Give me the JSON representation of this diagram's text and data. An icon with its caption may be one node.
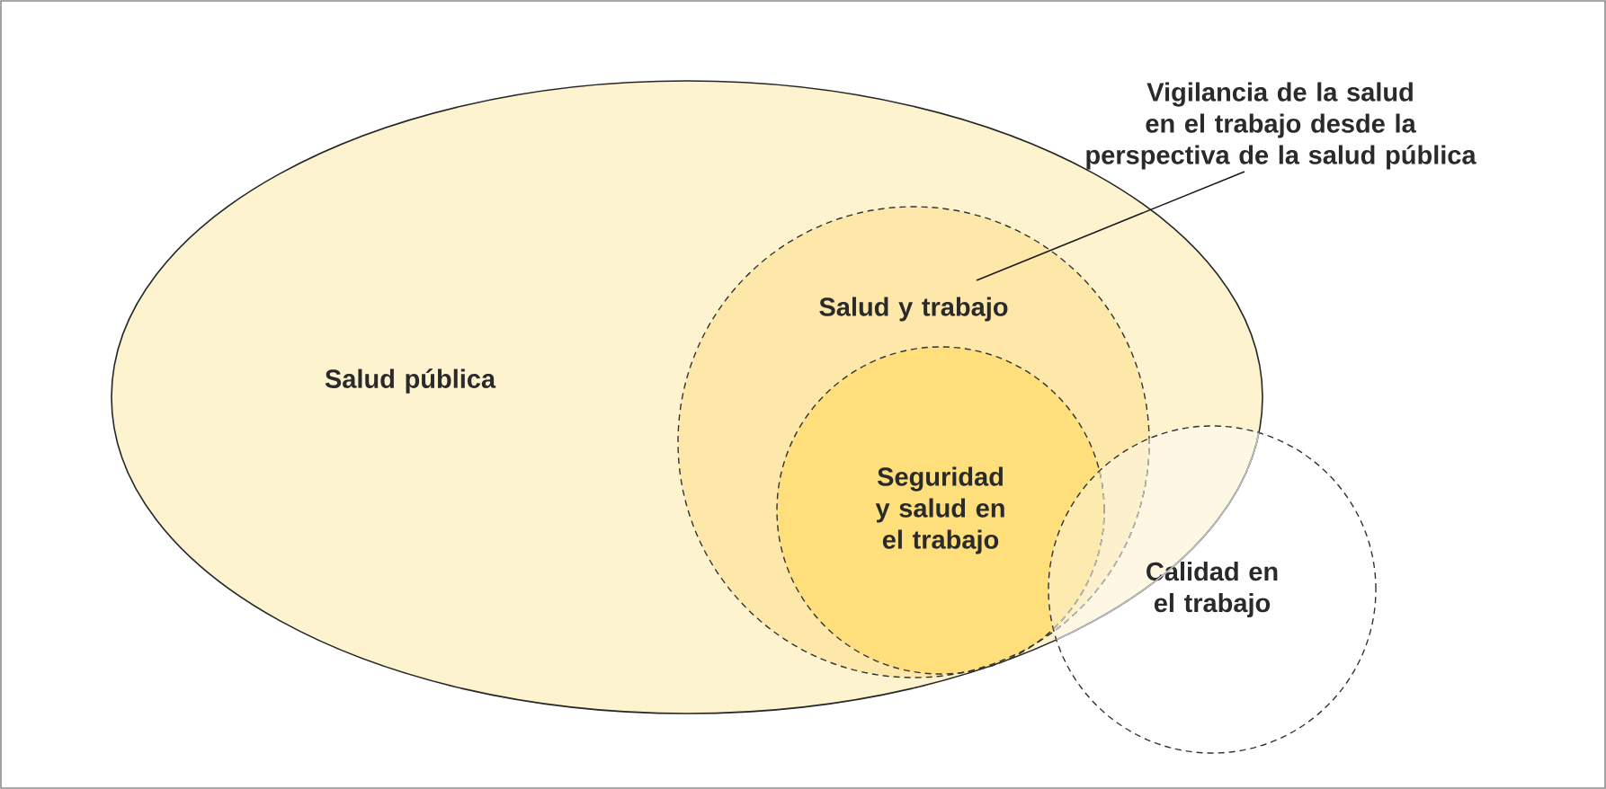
{
  "diagram": {
    "nodes": [
      {
        "text": [
          "Salud pública"
        ]
      },
      {
        "text": [
          "Salud y trabajo"
        ],
        "in": 0
      },
      {
        "text": [
          "Seguridad y salud en el trabajo"
        ],
        "in": 1
      },
      {
        "text": [
          "Calidad en el trabajo"
        ]
      },
      {
        "text": [
          "Vigilancia de la salud en el trabajo desde la perspectiva de la salud pública"
        ]
      }
    ],
    "edges": [
      {
        "from": 4,
        "to": 1,
        "arrow": "none"
      }
    ]
  }
}
